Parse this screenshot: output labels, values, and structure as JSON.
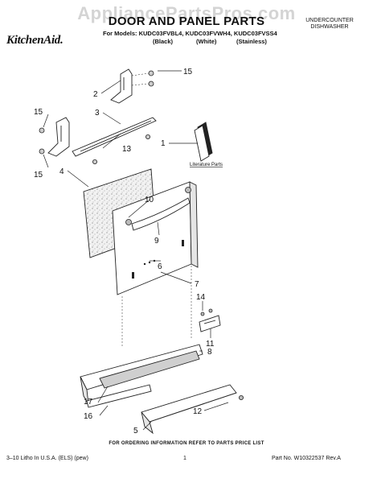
{
  "watermark": "AppliancePartsPros.com",
  "title": "DOOR AND PANEL PARTS",
  "category": {
    "line1": "UNDERCOUNTER",
    "line2": "DISHWASHER"
  },
  "brand": "KitchenAid.",
  "models_line": "For Models: KUDC03FVBL4, KUDC03FVWH4, KUDC03FVSS4",
  "model_colors": [
    "(Black)",
    "(White)",
    "(Stainless)"
  ],
  "literature_label": "Literature Parts",
  "callouts": {
    "c1": "1",
    "c2": "2",
    "c3": "3",
    "c4": "4",
    "c5": "5",
    "c6": "6",
    "c7": "7",
    "c8": "8",
    "c9": "9",
    "c10": "10",
    "c11": "11",
    "c12": "12",
    "c13": "13",
    "c14": "14",
    "c15a": "15",
    "c15b": "15",
    "c15c": "15",
    "c16": "16",
    "c17": "17"
  },
  "ordering_note": "FOR ORDERING INFORMATION REFER TO PARTS PRICE LIST",
  "footer": {
    "left": "3–10 Litho In U.S.A. (ELS) (pew)",
    "page": "1",
    "right": "Part No. W10322537 Rev.A"
  }
}
